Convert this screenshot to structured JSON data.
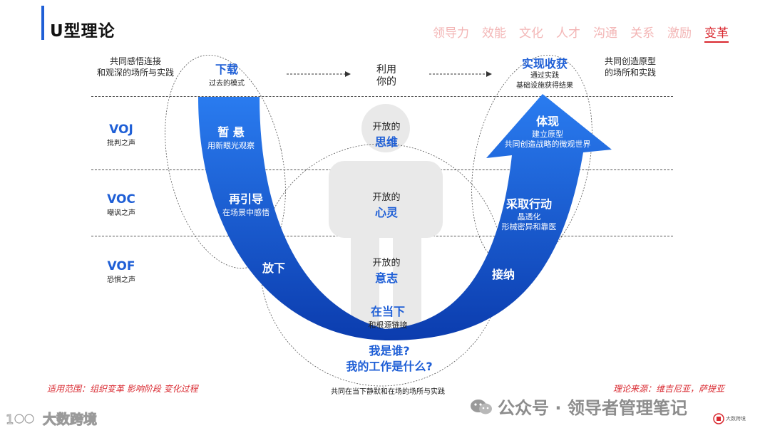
{
  "title": "U型理论",
  "nav": [
    "领导力",
    "效能",
    "文化",
    "人才",
    "沟通",
    "关系",
    "激励",
    "变革"
  ],
  "nav_active": "变革",
  "levels": [
    {
      "name": "VOJ",
      "sub": "批判之声"
    },
    {
      "name": "VOC",
      "sub": "嘲讽之声"
    },
    {
      "name": "VOF",
      "sub": "恐惧之声"
    }
  ],
  "top": {
    "left_note_1": "共同感悟连接",
    "left_note_2": "和观深的场所与实践",
    "download_title": "下载",
    "download_sub": "过去的模式",
    "use_you_1": "利用",
    "use_you_2": "你的",
    "realize_title": "实现收获",
    "realize_sub_1": "通过实践",
    "realize_sub_2": "基础设施获得结果",
    "right_note_1": "共同创造原型",
    "right_note_2": "的场所和实践"
  },
  "left_arm": {
    "suspend": "暂 悬",
    "suspend_sub": "用新眼光观察",
    "redirect": "再引导",
    "redirect_sub": "在场景中感悟",
    "letgo": "放下"
  },
  "right_arm": {
    "embody": "体现",
    "embody_sub_1": "建立原型",
    "embody_sub_2": "共同创造战略的微观世界",
    "action": "采取行动",
    "action_sub_1": "晶透化",
    "action_sub_2": "形械密异和靠医",
    "accept": "接纳"
  },
  "center": {
    "open1": "开放的",
    "mind": "思维",
    "open2": "开放的",
    "heart": "心灵",
    "open3": "开放的",
    "will": "意志",
    "presencing": "在当下",
    "presencing_sub": "和根源链接",
    "who_am_i": "我是谁?",
    "my_work": "我的工作是什么?",
    "bottom_note": "共同在当下静默和在场的场所与实践"
  },
  "footer": {
    "scope": "适用范围：组织变革  影响阶段  变化过程",
    "source": "理论来源：维吉尼亚，萨提亚",
    "wechat": "公众号 · 领导者管理笔记",
    "wm_left": "大数跨境",
    "logo_text": "大数跨境"
  },
  "colors": {
    "accent_blue": "#1f5fd6",
    "arrow_light": "#2a7cf0",
    "arrow_dark": "#0b3cae",
    "nav_inactive": "#f3b6b6",
    "nav_active": "#d9282f"
  }
}
